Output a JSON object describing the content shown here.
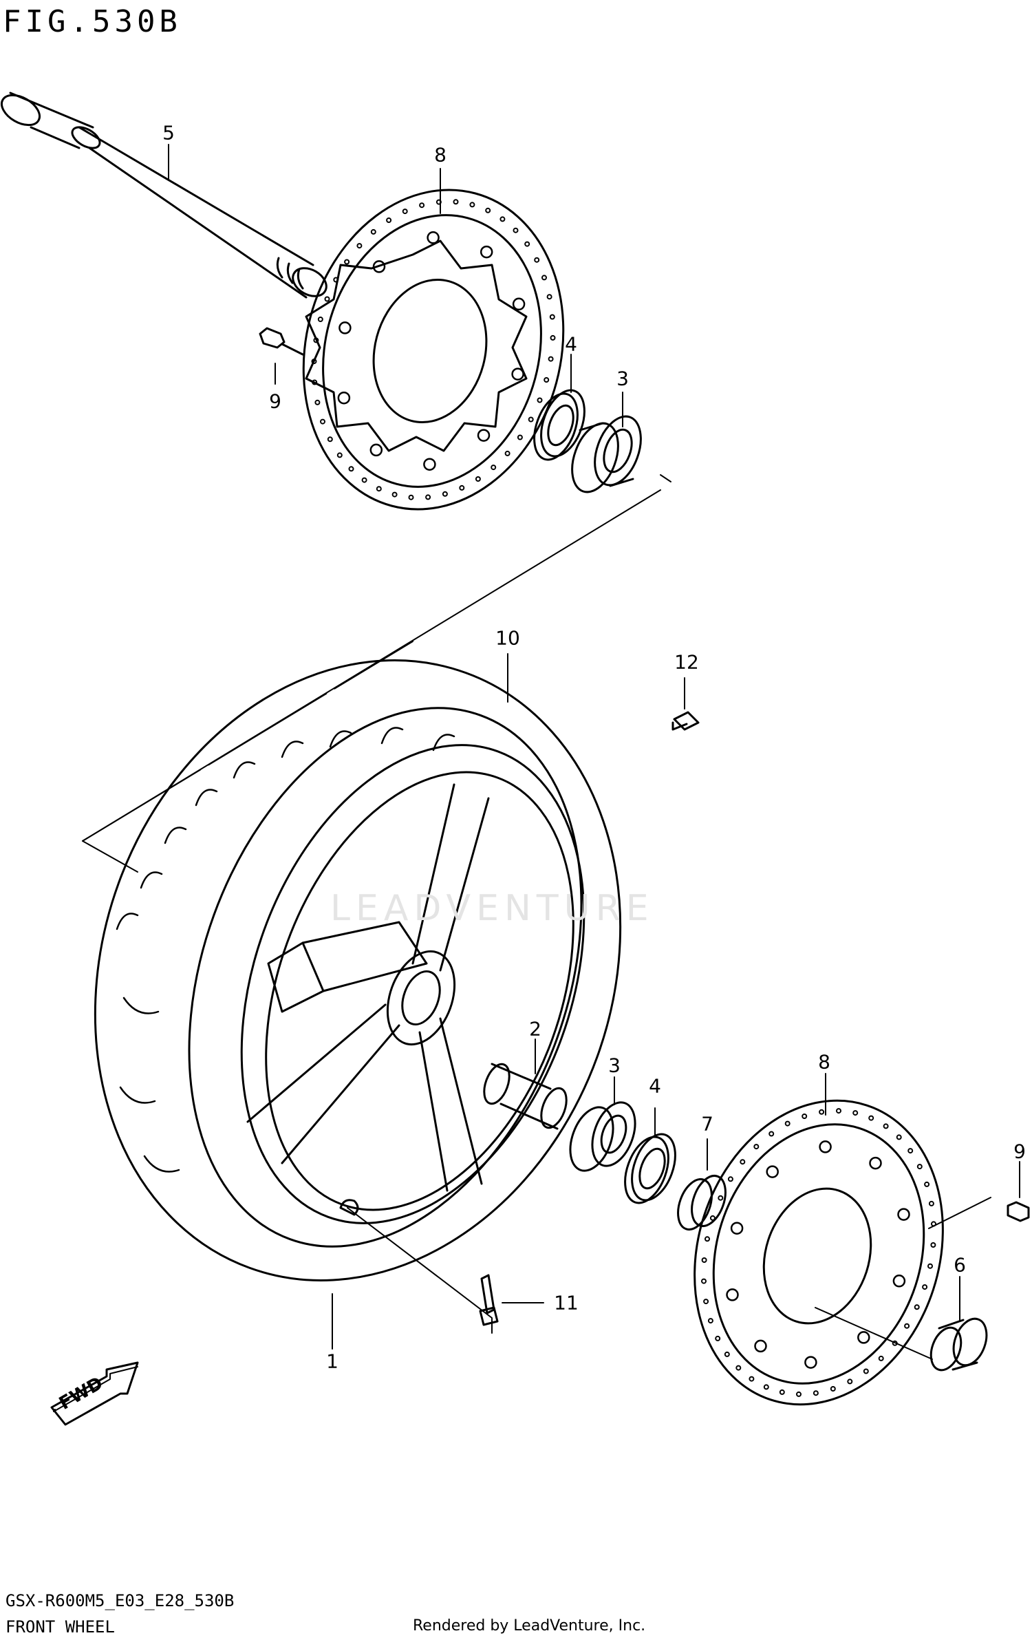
{
  "figure": {
    "title": "FIG.530B",
    "model_code": "GSX-R600M5_E03_E28_530B",
    "subtitle": "FRONT WHEEL",
    "credit": "Rendered by LeadVenture, Inc.",
    "watermark": "LEADVENTURE",
    "direction_label": "FWD"
  },
  "callouts": [
    {
      "id": "5",
      "label": "5"
    },
    {
      "id": "8a",
      "label": "8"
    },
    {
      "id": "4a",
      "label": "4"
    },
    {
      "id": "3a",
      "label": "3"
    },
    {
      "id": "9a",
      "label": "9"
    },
    {
      "id": "10",
      "label": "10"
    },
    {
      "id": "12",
      "label": "12"
    },
    {
      "id": "2",
      "label": "2"
    },
    {
      "id": "3b",
      "label": "3"
    },
    {
      "id": "4b",
      "label": "4"
    },
    {
      "id": "7",
      "label": "7"
    },
    {
      "id": "8b",
      "label": "8"
    },
    {
      "id": "9b",
      "label": "9"
    },
    {
      "id": "6",
      "label": "6"
    },
    {
      "id": "11",
      "label": "11"
    },
    {
      "id": "1",
      "label": "1"
    }
  ]
}
